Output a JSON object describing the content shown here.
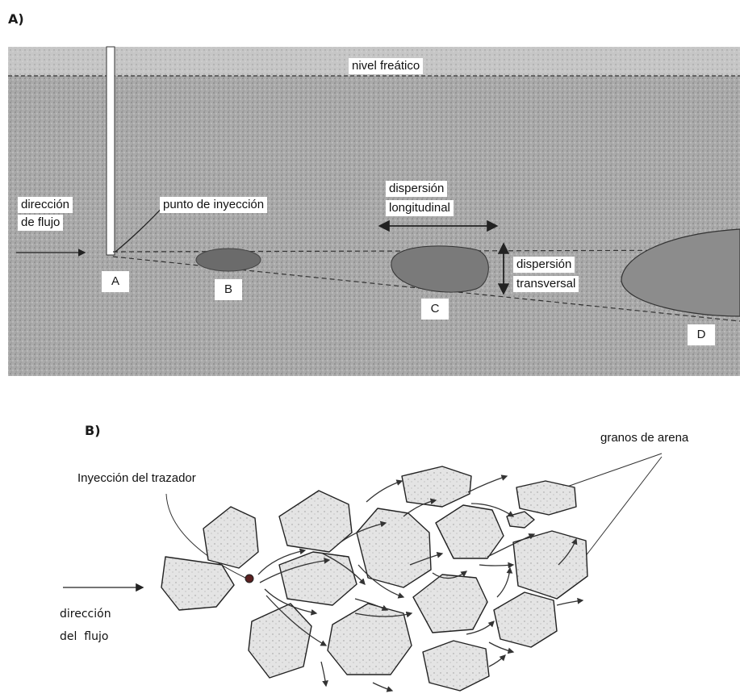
{
  "panel_a": {
    "title": "A)",
    "water_table_label": "nivel freático",
    "flow_direction_label_1": "dirección",
    "flow_direction_label_2": "de flujo",
    "injection_point_label": "punto de inyección",
    "longitudinal_label_1": "dispersión",
    "longitudinal_label_2": "longitudinal",
    "transverse_label_1": "dispersión",
    "transverse_label_2": "transversal",
    "points": [
      "A",
      "B",
      "C",
      "D"
    ]
  },
  "panel_b": {
    "title": "B)",
    "sand_grains_label": "granos de arena",
    "tracer_injection_label": "Inyección del trazador",
    "flow_direction_label_1": "dirección",
    "flow_direction_label_2": "del  flujo"
  },
  "colors": {
    "aquifer_fill": "#a9a9a9",
    "vadose_fill": "#c4c4c4",
    "plume_fill": "#6e6e6e",
    "grain_fill": "#e2e2e2",
    "line": "#222222"
  }
}
